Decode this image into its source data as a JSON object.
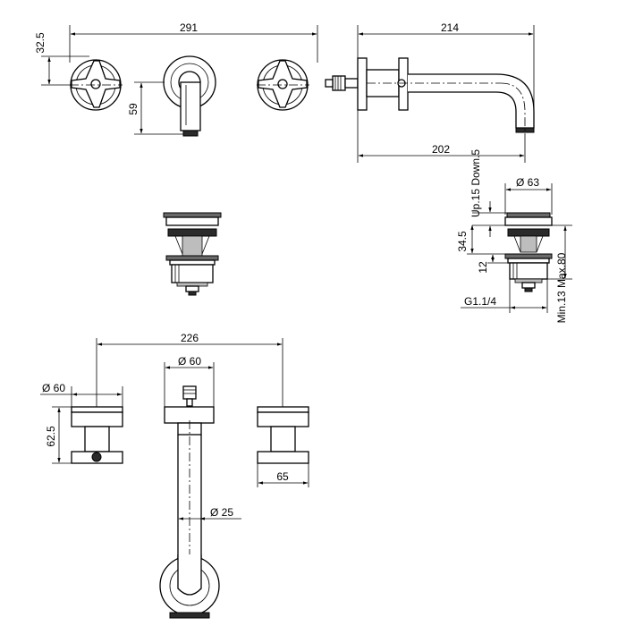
{
  "dimensions": {
    "front_width": "291",
    "front_handle_offset": "32.5",
    "front_spout_height": "59",
    "side_projection": "214",
    "side_reach": "202",
    "waste_diameter": "Ø 63",
    "waste_travel": "Up.15 Down.5",
    "waste_head": "34.5",
    "waste_flange": "12",
    "waste_thread": "G1.1/4",
    "waste_range": "Min.13 Max.80",
    "top_centres": "226",
    "top_spout_rosette": "Ø 60",
    "top_handle_rosette": "Ø 60",
    "top_handle_depth": "62.5",
    "top_handle_width": "65",
    "top_spout_diameter": "Ø 25"
  }
}
